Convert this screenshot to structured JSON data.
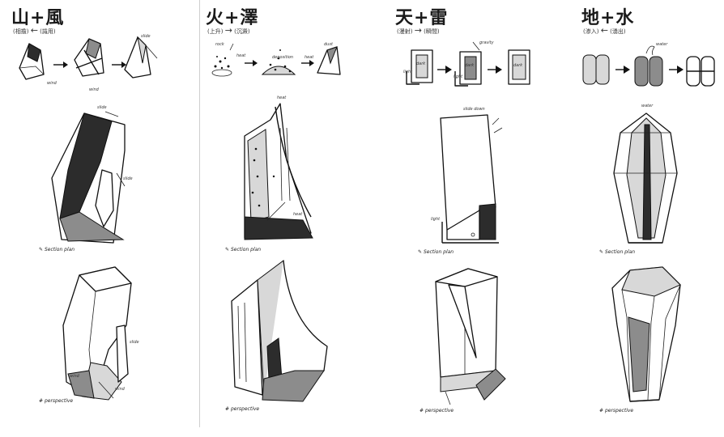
{
  "panels": [
    {
      "title": "山+風",
      "subtitle_left": "(相擔)",
      "subtitle_arrow": "←",
      "subtitle_right": "(識用)",
      "diagram_labels": [
        "wind",
        "slide",
        "wind"
      ],
      "section_label": "Section plan",
      "section_labels": [
        "slide",
        "slide"
      ],
      "perspective_label": "perspective",
      "perspective_labels": [
        "wind",
        "wind",
        "slide"
      ]
    },
    {
      "title": "火+澤",
      "subtitle_left": "(上升)",
      "subtitle_arrow": "→",
      "subtitle_right": "(沉澱)",
      "diagram_labels": [
        "rock",
        "heat",
        "deposition",
        "heat",
        "dust"
      ],
      "section_label": "Section plan",
      "section_labels": [
        "heat",
        "heat"
      ],
      "perspective_label": "perspective"
    },
    {
      "title": "天+雷",
      "subtitle_left": "(漫射)",
      "subtitle_arrow": "→",
      "subtitle_right": "(瞬間)",
      "diagram_labels": [
        "dark",
        "gravity",
        "dark",
        "light",
        "dark",
        "light"
      ],
      "section_label": "Section plan",
      "section_labels": [
        "slide down",
        "light"
      ],
      "perspective_label": "perspective"
    },
    {
      "title": "地+水",
      "subtitle_left": "(渗入)",
      "subtitle_arrow": "←",
      "subtitle_right": "(湧出)",
      "diagram_labels": [
        "water"
      ],
      "section_label": "Section plan",
      "section_labels": [
        "water"
      ],
      "perspective_label": "perspective"
    }
  ],
  "icons": {
    "section_marker": "section-marker-icon",
    "perspective_marker": "perspective-marker-icon",
    "process_arrow": "arrow-right-icon"
  }
}
